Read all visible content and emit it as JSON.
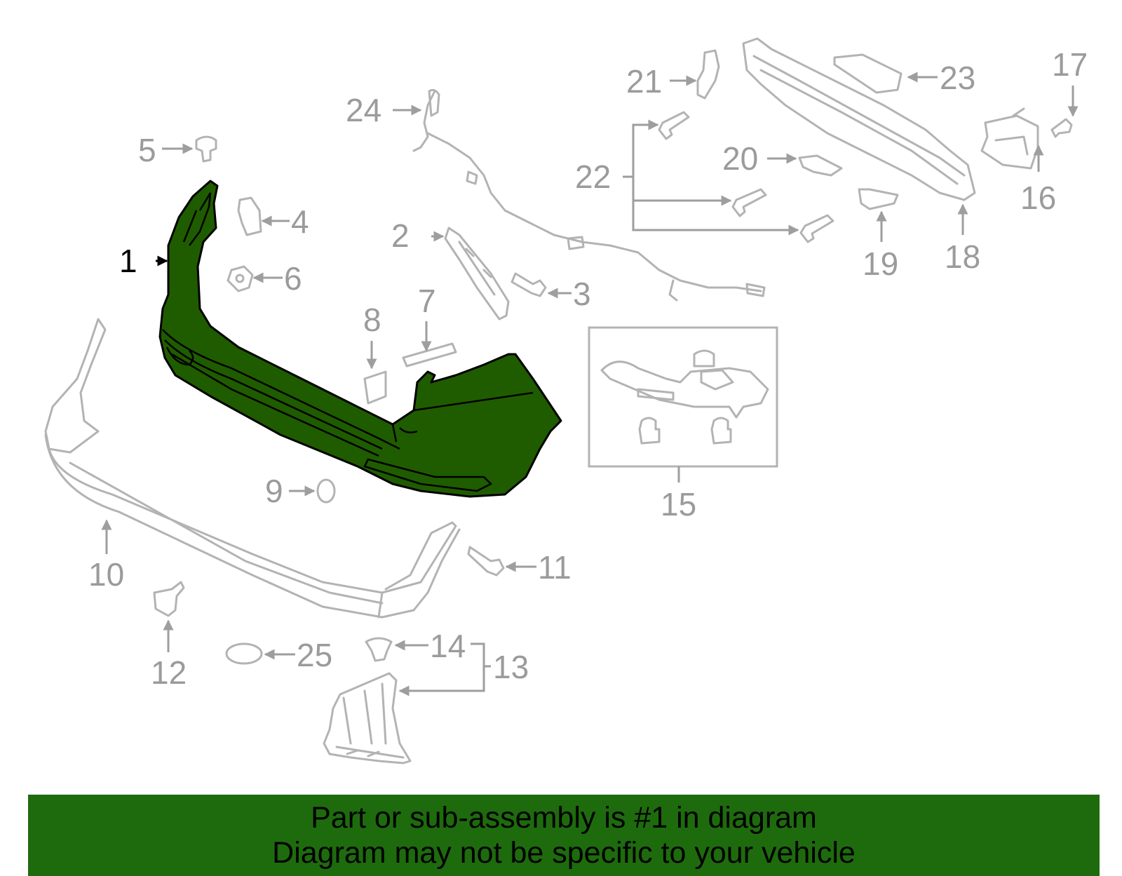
{
  "callouts": {
    "c1": "1",
    "c2": "2",
    "c3": "3",
    "c4": "4",
    "c5": "5",
    "c6": "6",
    "c7": "7",
    "c8": "8",
    "c9": "9",
    "c10": "10",
    "c11": "11",
    "c12": "12",
    "c13": "13",
    "c14": "14",
    "c15": "15",
    "c16": "16",
    "c17": "17",
    "c18": "18",
    "c19": "19",
    "c20": "20",
    "c21": "21",
    "c22": "22",
    "c23": "23",
    "c24": "24",
    "c25": "25"
  },
  "highlighted_part": "1",
  "colors": {
    "highlight": "#1f5c00",
    "banner": "#1e6b0e",
    "line_art": "#b3b3b3",
    "label": "#9b9b9b"
  },
  "banner": {
    "line1": "Part or sub-assembly is #1 in diagram",
    "line2": "Diagram may not be specific to your vehicle"
  }
}
